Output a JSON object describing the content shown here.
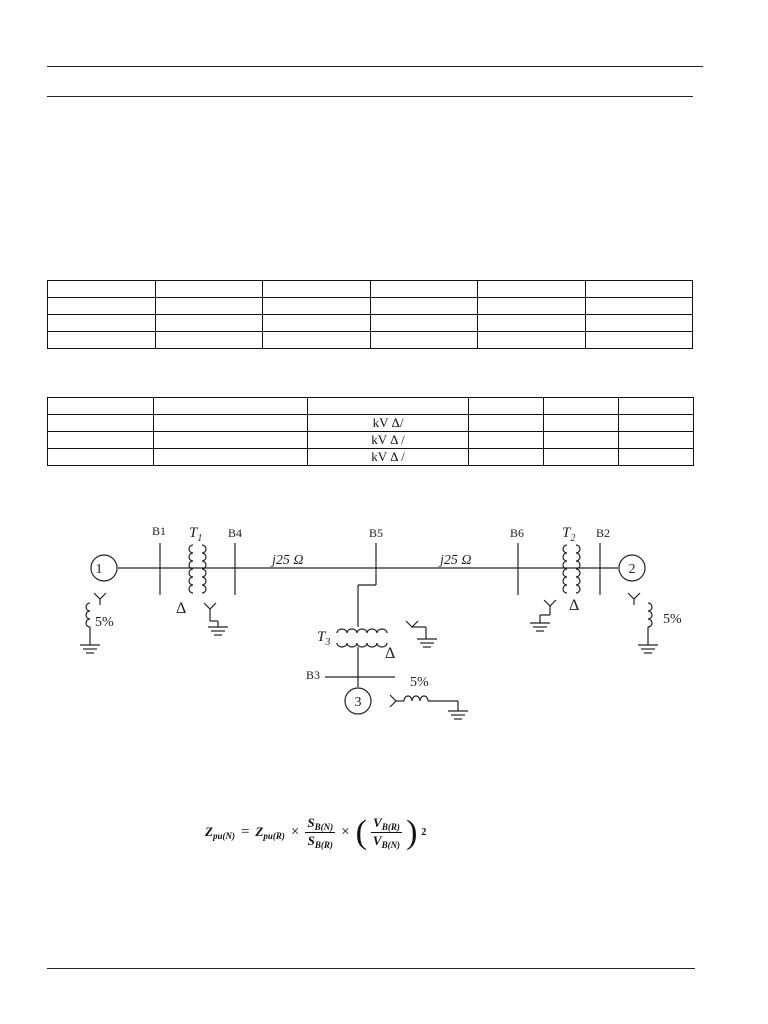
{
  "table1": {
    "rows": 4,
    "cols": 6
  },
  "table2": {
    "rows": [
      [
        "",
        "",
        "",
        "",
        "",
        ""
      ],
      [
        "",
        "",
        "kV Δ/",
        "",
        "",
        ""
      ],
      [
        "",
        "",
        "kV Δ /",
        "",
        "",
        ""
      ],
      [
        "",
        "",
        "kV Δ /",
        "",
        "",
        ""
      ]
    ]
  },
  "diagram": {
    "buses": {
      "b1": "B1",
      "b2": "B2",
      "b3": "B3",
      "b4": "B4",
      "b5": "B5",
      "b6": "B6"
    },
    "transformers": {
      "t1": "T",
      "t1_sub": "1",
      "t2": "T",
      "t2_sub": "2",
      "t3": "T",
      "t3_sub": "3"
    },
    "lines": {
      "line1": "j25 Ω",
      "line2": "j25 Ω"
    },
    "generators": {
      "g1": "1",
      "g2": "2",
      "g3": "3"
    },
    "reactances": {
      "g1": "5%",
      "g2": "5%",
      "g3": "5%"
    },
    "delta": "Δ"
  },
  "formula": {
    "lhs": "Z",
    "lhs_sub": "pu(N)",
    "eq": "=",
    "r": "Z",
    "r_sub": "pu(R)",
    "times": "×",
    "s_num": "S",
    "s_num_sub": "B(N)",
    "s_den": "S",
    "s_den_sub": "B(R)",
    "v_num": "V",
    "v_num_sub": "B(R)",
    "v_den": "V",
    "v_den_sub": "B(N)",
    "lparen": "(",
    "rparen": ")",
    "exponent": "2"
  }
}
